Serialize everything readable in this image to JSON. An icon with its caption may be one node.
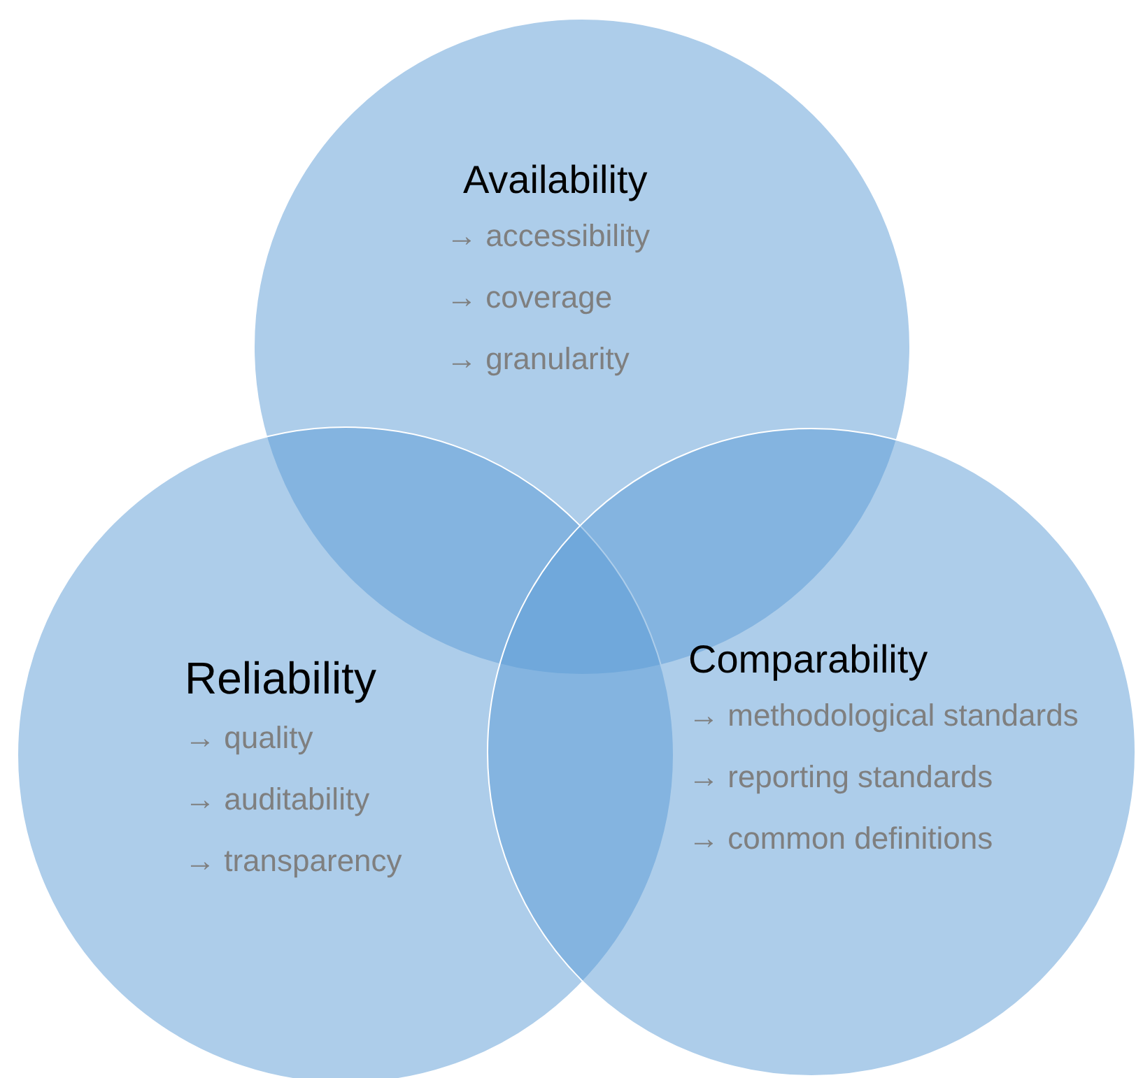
{
  "diagram": {
    "nodes": [
      {
        "text": [
          "Availability",
          "→ accessibility",
          "→ coverage",
          "→ granularity"
        ]
      },
      {
        "text": [
          "Reliability",
          "→ quality",
          "→ auditability",
          "→ transparency"
        ]
      },
      {
        "text": [
          "Comparability",
          "→ methodological standards",
          "→ reporting standards",
          "→ common definitions"
        ]
      }
    ]
  }
}
